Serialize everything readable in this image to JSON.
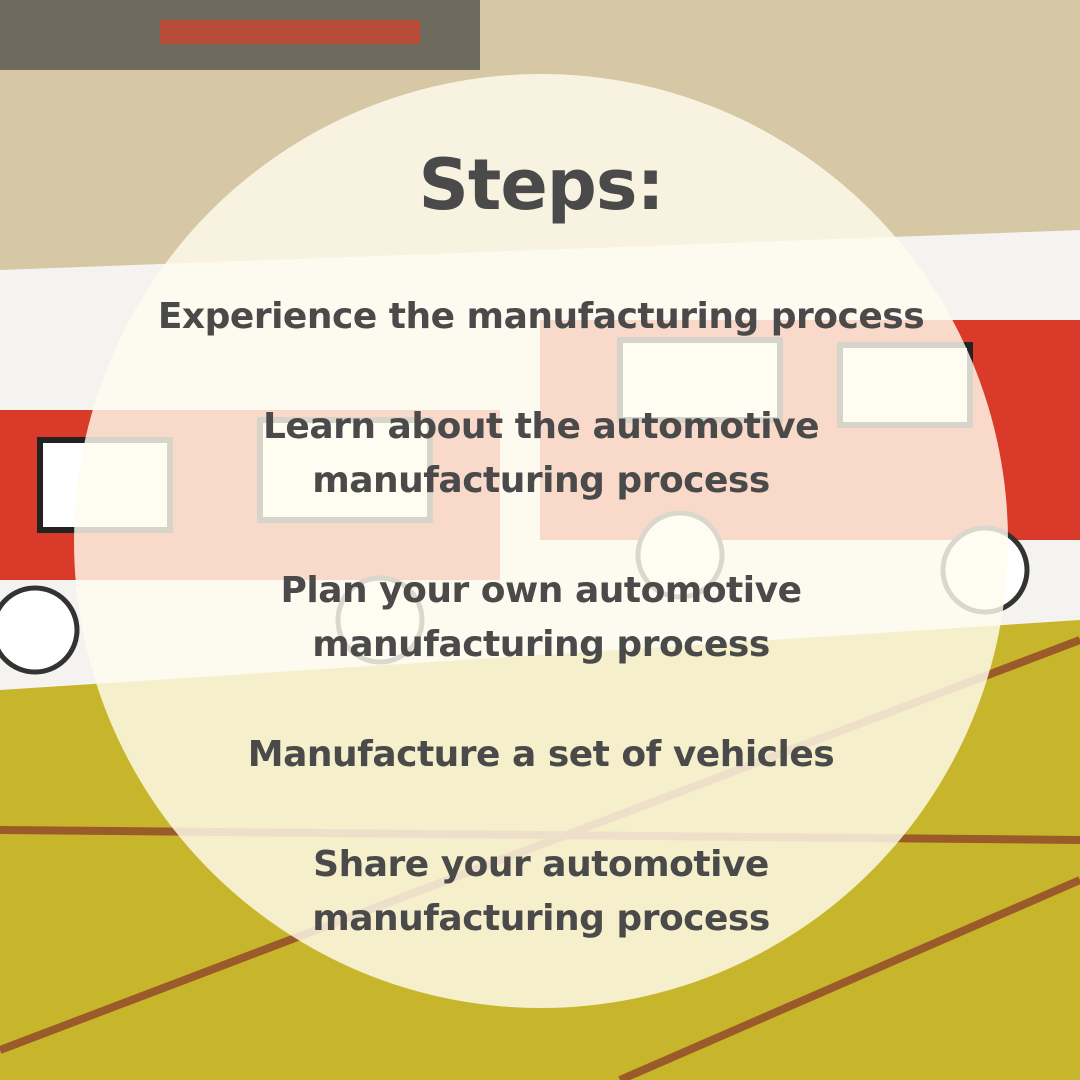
{
  "title": "Steps:",
  "steps": [
    "Experience the manufacturing process",
    "Learn about the automotive manufacturing process",
    "Plan your own automotive manufacturing process",
    "Manufacture a set of vehicles",
    "Share your automotive manufacturing process"
  ],
  "colors": {
    "text": "#4a4a4a",
    "circle_overlay": "#fffcee",
    "floor": "#c9b82e",
    "car_red": "#d93a2a",
    "background_sand": "#d8c9a8"
  }
}
